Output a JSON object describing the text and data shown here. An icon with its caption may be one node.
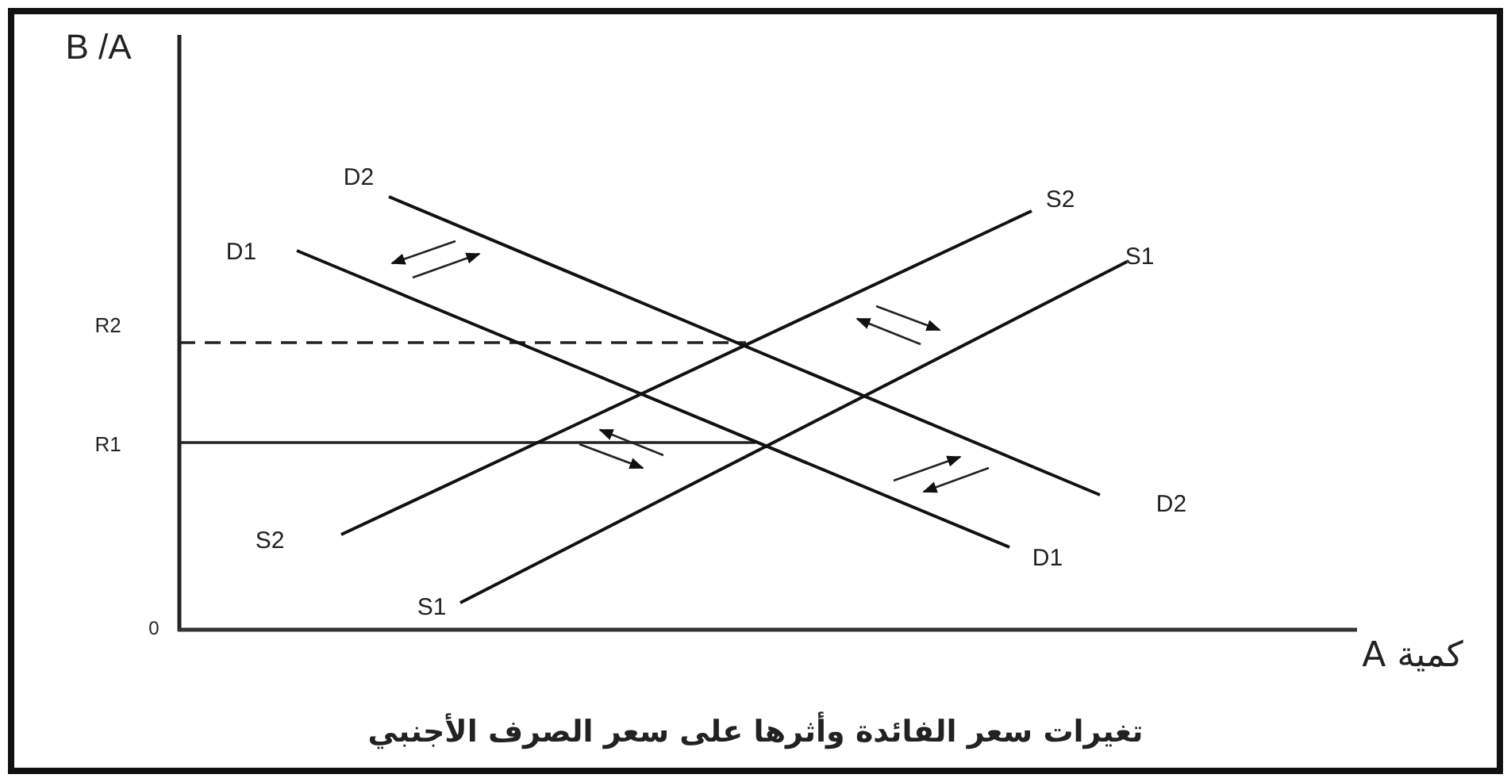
{
  "diagram": {
    "caption": "تغيرات سعر الفائدة وأثرها على سعر الصرف الأجنبي",
    "labels": [
      "B /A",
      "D2",
      "D1",
      "S2",
      "S1",
      "R2",
      "R1",
      "D2",
      "S2",
      "D1",
      "S1",
      "0",
      "كمية A"
    ]
  }
}
